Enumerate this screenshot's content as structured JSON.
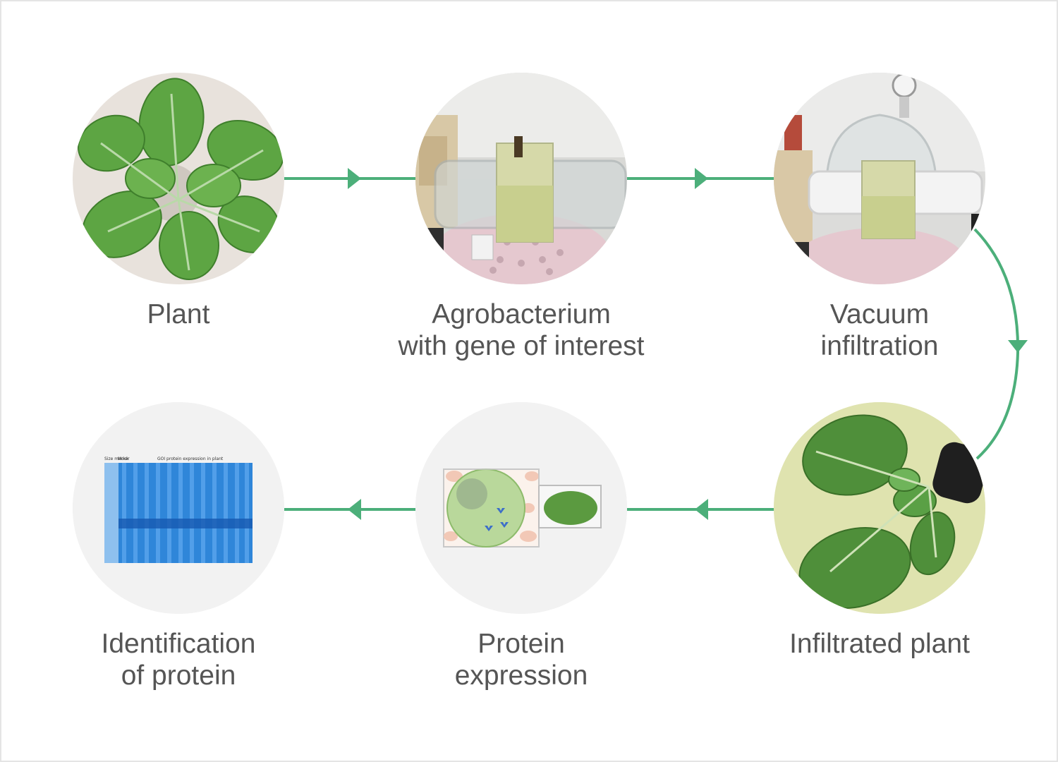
{
  "colors": {
    "connector": "#4caf7a",
    "label_text": "#555555",
    "circle_bg": "#f2f2f2"
  },
  "steps": [
    {
      "id": "plant",
      "label_lines": [
        "Plant"
      ],
      "image": "nicotiana-plant-photo"
    },
    {
      "id": "agrobacterium",
      "label_lines": [
        "Agrobacterium",
        "with gene of interest"
      ],
      "image": "beaker-in-vacuum-chamber-photo"
    },
    {
      "id": "vacuum",
      "label_lines": [
        "Vacuum",
        "infiltration"
      ],
      "image": "vacuum-desiccator-photo"
    },
    {
      "id": "infiltrated",
      "label_lines": [
        "Infiltrated plant"
      ],
      "image": "submerged-plant-photo"
    },
    {
      "id": "expression",
      "label_lines": [
        "Protein",
        "expression"
      ],
      "image": "cell-protein-expression-illustration"
    },
    {
      "id": "identification",
      "label_lines": [
        "Identification",
        "of protein"
      ],
      "image": "sds-page-gel-image"
    }
  ],
  "gel": {
    "lane_headers": [
      "Size marker",
      "Mock",
      "GOI protein expression in plant"
    ]
  }
}
